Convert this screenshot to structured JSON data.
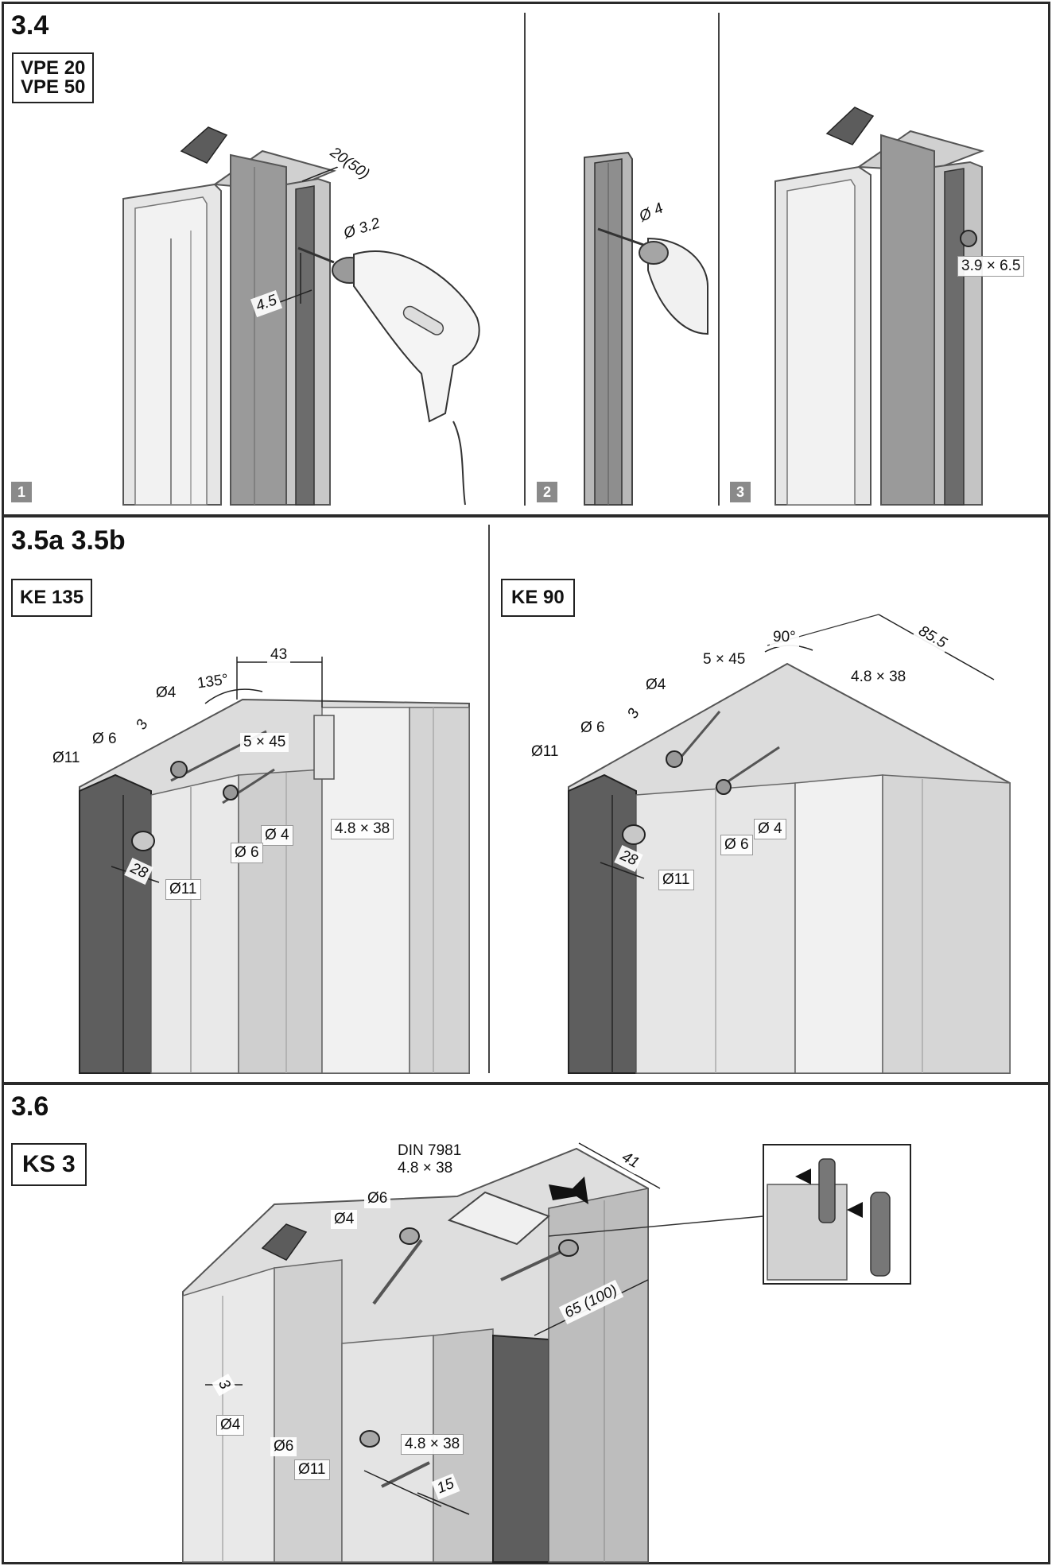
{
  "sections": [
    {
      "id": "3.4",
      "title": "3.4",
      "label_lines": [
        "VPE 20",
        "VPE 50"
      ],
      "steps": [
        "1",
        "2",
        "3"
      ],
      "callouts": {
        "width": "20(50)",
        "drill1": "Ø 3.2",
        "offset": "4.5",
        "drill2": "Ø 4",
        "screw": "3.9 × 6.5"
      }
    },
    {
      "id": "3.5",
      "title": "3.5a 3.5b",
      "left_label": "KE 135",
      "right_label": "KE 90",
      "left_callouts": {
        "width": "43",
        "angle": "135°",
        "hole_small": "Ø4",
        "gap": "3",
        "hole_mid": "Ø 6",
        "screw_short": "5 × 45",
        "hole_large": "Ø11",
        "hole_small_b": "Ø 4",
        "hole_mid_b": "Ø 6",
        "screw_long": "4.8 × 38",
        "depth": "28",
        "hole_large_b": "Ø11"
      },
      "right_callouts": {
        "angle": "90°",
        "width": "85.5",
        "screw_short": "5 × 45",
        "hole_small": "Ø4",
        "screw_long": "4.8 × 38",
        "gap": "3",
        "hole_mid": "Ø 6",
        "hole_large": "Ø11",
        "hole_small_b": "Ø 4",
        "depth": "28",
        "hole_mid_b": "Ø 6",
        "hole_large_b": "Ø11"
      }
    },
    {
      "id": "3.6",
      "title": "3.6",
      "label": "KS 3",
      "callouts": {
        "din": "DIN 7981",
        "din_screw": "4.8 × 38",
        "width": "41",
        "hole_mid": "Ø6",
        "hole_small": "Ø4",
        "depth": "65 (100)",
        "gap": "3",
        "hole_small_b": "Ø4",
        "hole_mid_b": "Ø6",
        "screw": "4.8 × 38",
        "hole_large": "Ø11",
        "offset": "15"
      }
    }
  ],
  "colors": {
    "frame": "#2a2a2a",
    "profile_light": "#e2e2e2",
    "profile_mid": "#b9b9b9",
    "profile_dark": "#6a6a6a",
    "badge": "#8a8a8a"
  }
}
